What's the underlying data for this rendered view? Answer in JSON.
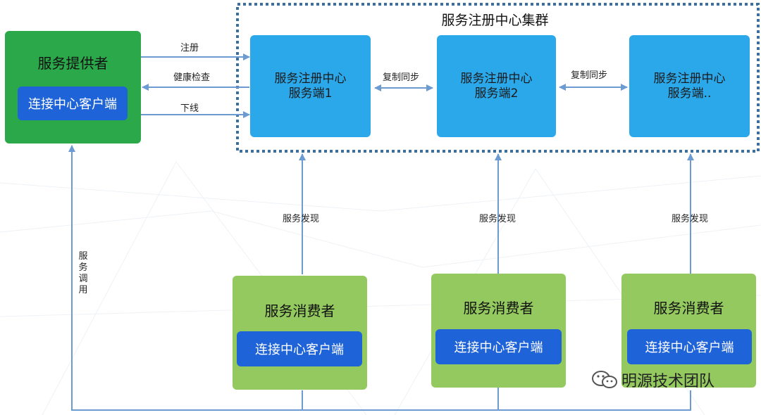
{
  "cluster": {
    "title": "服务注册中心集群"
  },
  "provider": {
    "title": "服务提供者",
    "client": "连接中心客户端"
  },
  "servers": [
    {
      "line1": "服务注册中心",
      "line2": "服务端1"
    },
    {
      "line1": "服务注册中心",
      "line2": "服务端2"
    },
    {
      "line1": "服务注册中心",
      "line2": "服务端.."
    }
  ],
  "consumers": [
    {
      "title": "服务消费者",
      "client": "连接中心客户端"
    },
    {
      "title": "服务消费者",
      "client": "连接中心客户端"
    },
    {
      "title": "服务消费者",
      "client": "连接中心客户端"
    }
  ],
  "edges": {
    "register": "注册",
    "health": "健康检查",
    "offline": "下线",
    "sync1": "复制同步",
    "sync2": "复制同步",
    "discover1": "服务发现",
    "discover2": "服务发现",
    "discover3": "服务发现",
    "invoke": "服务调用"
  },
  "watermark": {
    "text": "明源技术团队",
    "icon": "wechat-icon"
  },
  "colors": {
    "provider": "#2aa84a",
    "consumer": "#93c95e",
    "client": "#1f63d8",
    "server": "#2aa8ea",
    "arrow": "#6b9bd1",
    "cluster_border": "#3b6fa0"
  }
}
